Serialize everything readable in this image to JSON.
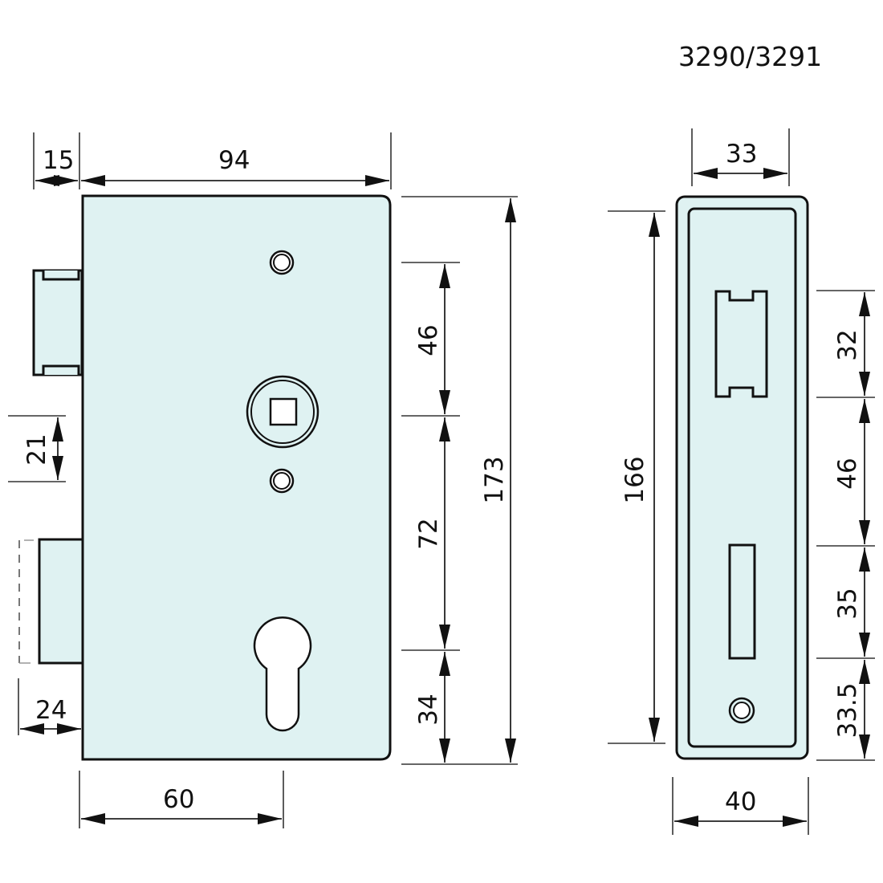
{
  "title": "3290/3291",
  "colors": {
    "part_fill": "#dff2f2",
    "line": "#111111",
    "background": "#ffffff"
  },
  "front_view": {
    "name": "lock-body-front-view",
    "dimensions": {
      "latch_projection": "15",
      "body_width": "94",
      "follower_to_top_screw": "46",
      "follower_to_cylinder": "72",
      "cylinder_to_bottom": "34",
      "total_height": "173",
      "latch_height": "21",
      "bolt_projection": "24",
      "backset": "60"
    },
    "features": [
      "latch-bolt",
      "deadbolt",
      "top-screw-hole",
      "square-follower",
      "bottom-screw-hole",
      "euro-cylinder-cutout"
    ]
  },
  "side_view": {
    "name": "forend-plate-side-view",
    "dimensions": {
      "inner_width": "33",
      "plate_height": "166",
      "latch_opening": "32",
      "latch_to_bolt": "46",
      "bolt_opening": "35",
      "bolt_to_bottom": "33.5",
      "plate_width": "40"
    },
    "features": [
      "latch-opening",
      "bolt-opening",
      "screw-hole"
    ]
  }
}
